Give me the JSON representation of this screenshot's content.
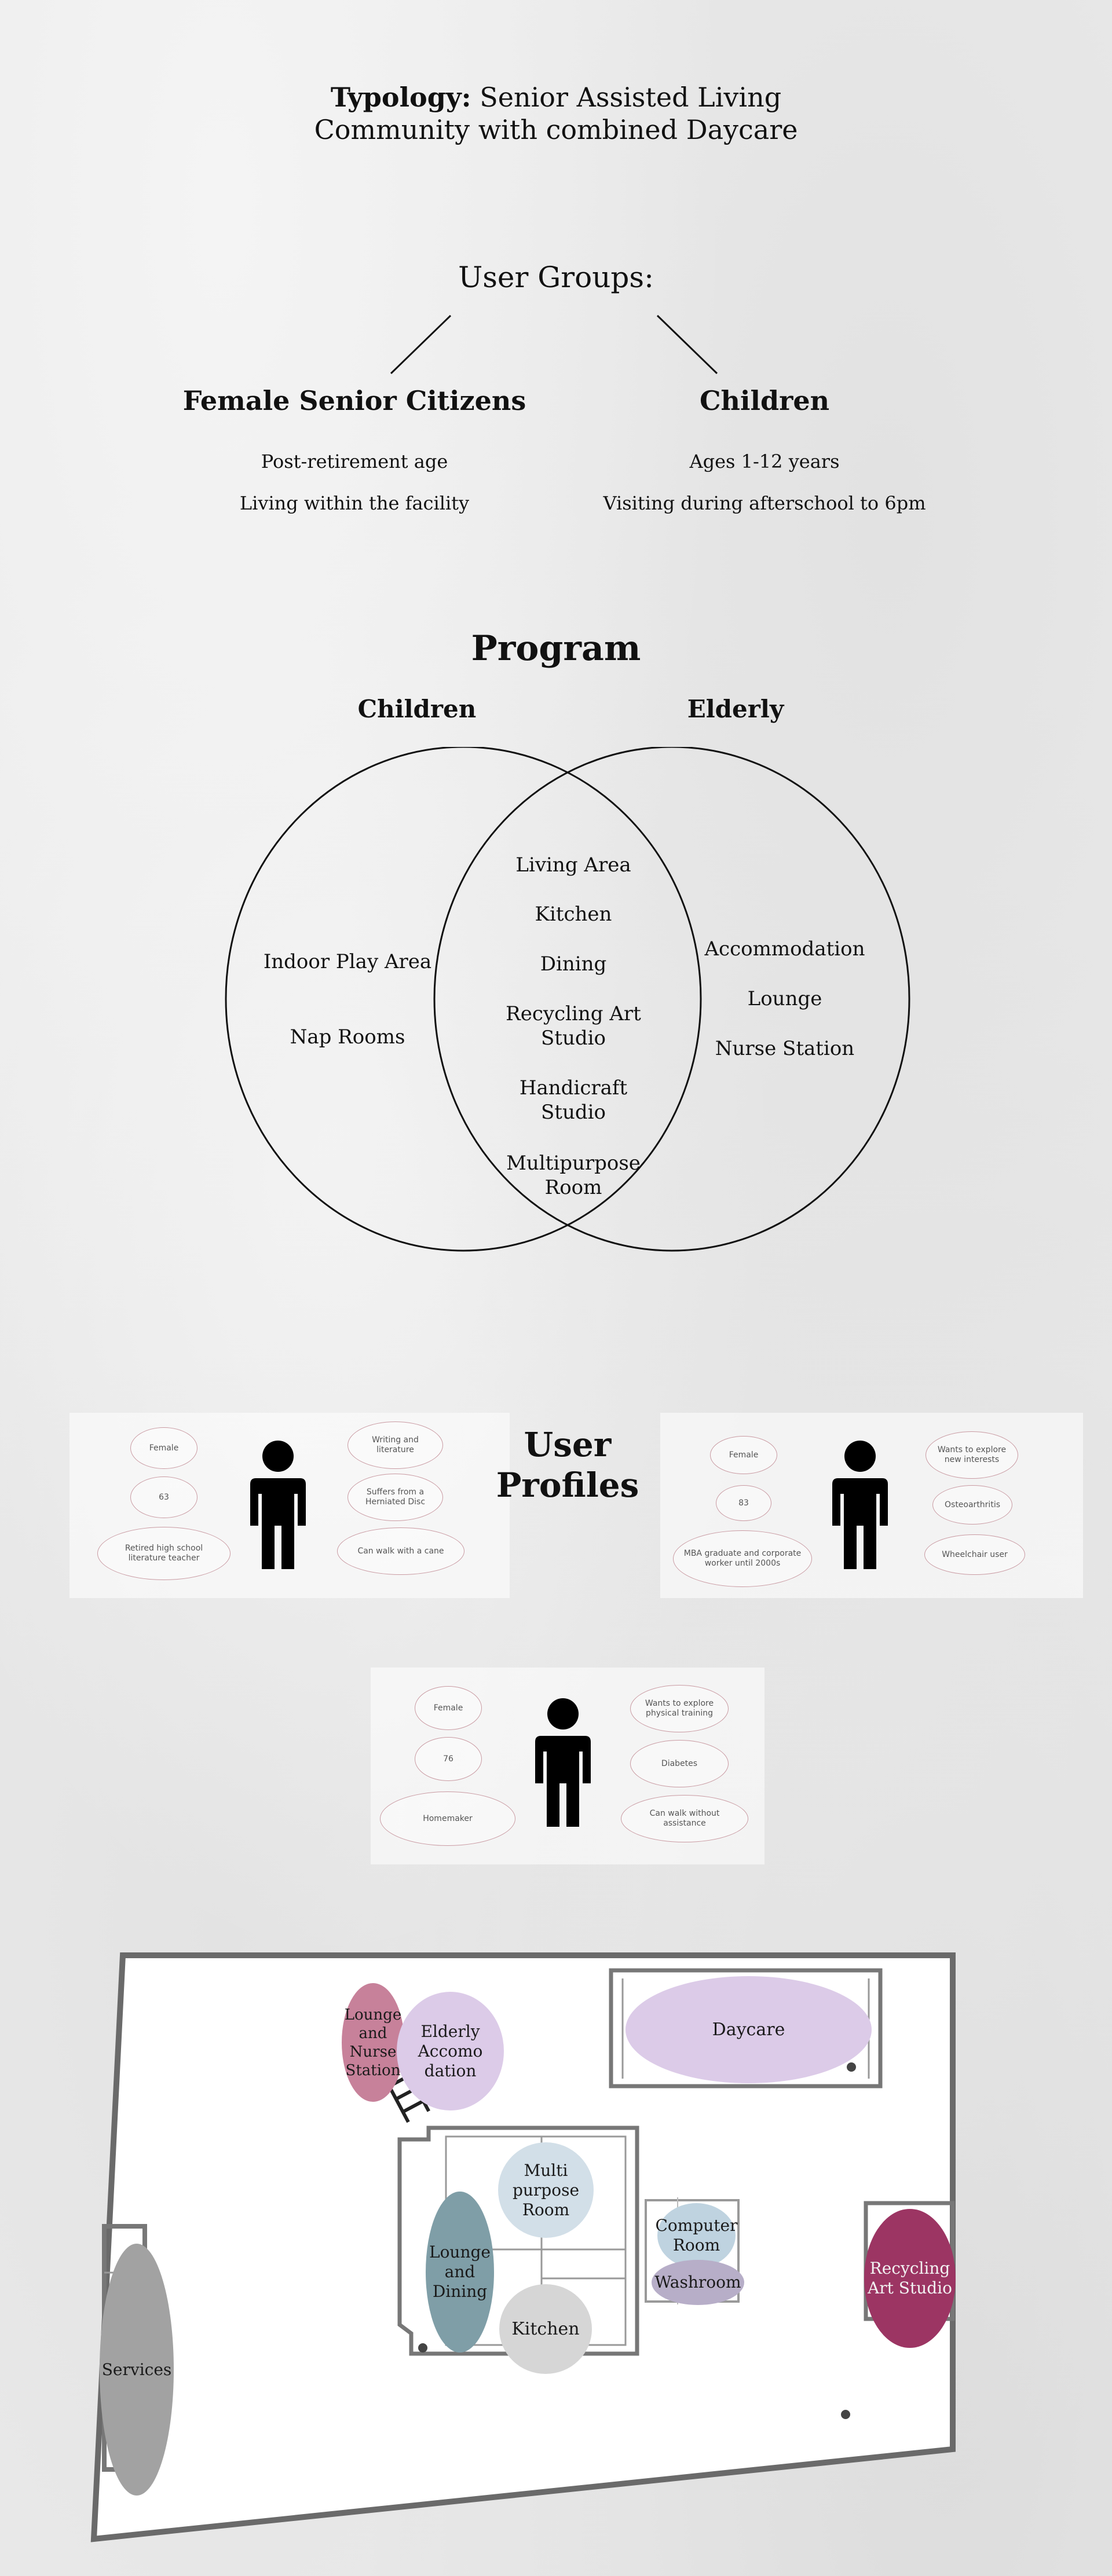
{
  "header": {
    "typology_label": "Typology:",
    "typology_line1": "Senior Assisted Living",
    "typology_line2": "Community with combined Daycare"
  },
  "user_groups": {
    "title": "User Groups:",
    "groups": [
      {
        "title": "Female Senior Citizens",
        "lines": [
          "Post-retirement age",
          "Living within the facility"
        ]
      },
      {
        "title": "Children",
        "lines": [
          "Ages 1-12 years",
          "Visiting during afterschool to 6pm"
        ]
      }
    ]
  },
  "program": {
    "title": "Program",
    "left_set": "Children",
    "right_set": "Elderly",
    "left_only": [
      "Indoor Play Area",
      "Nap Rooms"
    ],
    "shared": [
      "Living Area",
      "Kitchen",
      "Dining",
      "Recycling Art Studio",
      "Handicraft Studio",
      "Multipurpose Room"
    ],
    "right_only": [
      "Accommodation",
      "Lounge",
      "Nurse Station"
    ]
  },
  "user_profiles": {
    "title_line1": "User",
    "title_line2": "Profiles",
    "profiles": [
      {
        "left": [
          "Female",
          "63",
          "Retired high school literature teacher"
        ],
        "right": [
          "Writing and literature",
          "Suffers from a Herniated Disc",
          "Can walk with a cane"
        ]
      },
      {
        "left": [
          "Female",
          "83",
          "MBA graduate and corporate worker until 2000s"
        ],
        "right": [
          "Wants to explore new interests",
          "Osteoarthritis",
          "Wheelchair user"
        ]
      },
      {
        "left": [
          "Female",
          "76",
          "Homemaker"
        ],
        "right": [
          "Wants to explore physical training",
          "Diabetes",
          "Can walk without assistance"
        ]
      }
    ]
  },
  "floor_plan": {
    "zones": {
      "lounge_nurse": "Lounge and Nurse Station",
      "elderly_accom": "Elderly Accomo dation",
      "daycare": "Daycare",
      "multipurpose": "Multi purpose Room",
      "lounge_dining": "Lounge and Dining",
      "kitchen": "Kitchen",
      "computer_room": "Computer Room",
      "washroom": "Washroom",
      "recycling": "Recycling Art Studio",
      "services": "Services"
    },
    "colors": {
      "pink": "#c7819a",
      "lavender": "#d9c8e6",
      "light_blue": "#d2dfe8",
      "teal": "#7f9ea7",
      "grey": "#a2a2a2",
      "light_grey": "#d6d6d6",
      "magenta": "#9c3563",
      "mauve": "#b7aec8"
    }
  }
}
